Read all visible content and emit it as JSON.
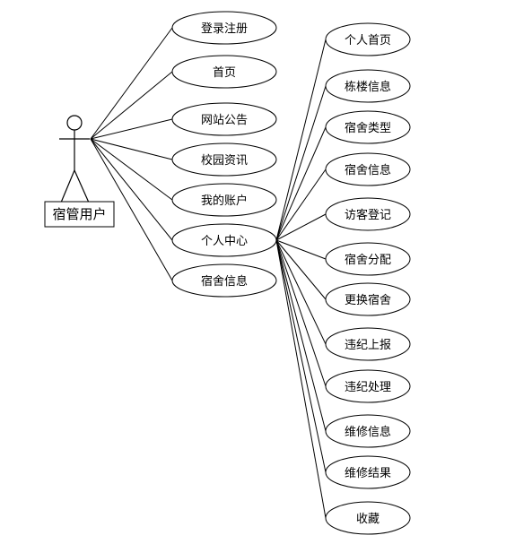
{
  "actor": {
    "label": "宿管用户"
  },
  "main_use_cases": [
    {
      "id": "uc-login",
      "label": "登录注册"
    },
    {
      "id": "uc-home",
      "label": "首页"
    },
    {
      "id": "uc-notice",
      "label": "网站公告"
    },
    {
      "id": "uc-news",
      "label": "校园资讯"
    },
    {
      "id": "uc-account",
      "label": "我的账户"
    },
    {
      "id": "uc-personal-center",
      "label": "个人中心"
    },
    {
      "id": "uc-dorm-info",
      "label": "宿舍信息"
    }
  ],
  "personal_center_items": [
    {
      "id": "pc-home",
      "label": "个人首页"
    },
    {
      "id": "pc-building",
      "label": "栋楼信息"
    },
    {
      "id": "pc-dorm-type",
      "label": "宿舍类型"
    },
    {
      "id": "pc-dorm-info",
      "label": "宿舍信息"
    },
    {
      "id": "pc-visitor",
      "label": "访客登记"
    },
    {
      "id": "pc-allocation",
      "label": "宿舍分配"
    },
    {
      "id": "pc-change",
      "label": "更换宿舍"
    },
    {
      "id": "pc-violation-report",
      "label": "违纪上报"
    },
    {
      "id": "pc-violation-handle",
      "label": "违纪处理"
    },
    {
      "id": "pc-repair-info",
      "label": "维修信息"
    },
    {
      "id": "pc-repair-result",
      "label": "维修结果"
    },
    {
      "id": "pc-favorites",
      "label": "收藏"
    }
  ]
}
